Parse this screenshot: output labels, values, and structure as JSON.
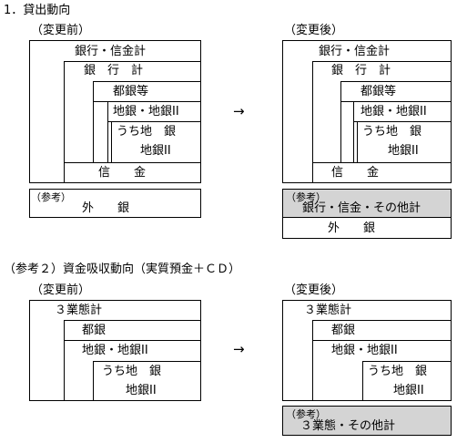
{
  "section1": {
    "title": "1．貸出動向",
    "before": {
      "heading": "（変更前）",
      "rows": [
        "銀行・信金計",
        "銀　行　計",
        "都銀等",
        "地銀・地銀II",
        "うち地　銀",
        "地銀II",
        "信　　金"
      ],
      "ref": {
        "label": "（参考）",
        "text": "外　　銀"
      }
    },
    "after": {
      "heading": "（変更後）",
      "rows": [
        "銀行・信金計",
        "銀　行　計",
        "都銀等",
        "地銀・地銀II",
        "うち地　銀",
        "地銀II",
        "信　　金"
      ],
      "ref": {
        "label": "（参考）",
        "text": "銀行・信金・その他計",
        "sub": "外　　銀"
      }
    },
    "arrow": "→"
  },
  "section2": {
    "title": "（参考２）資金吸収動向（実質預金＋ＣＤ）",
    "before": {
      "heading": "（変更前）",
      "rows": [
        "３業態計",
        "都銀",
        "地銀・地銀II",
        "うち地　銀",
        "地銀II"
      ]
    },
    "after": {
      "heading": "（変更後）",
      "rows": [
        "３業態計",
        "都銀",
        "地銀・地銀II",
        "うち地　銀",
        "地銀II"
      ],
      "ref": {
        "label": "（参考）",
        "text": "３業態・その他計"
      }
    },
    "arrow": "→"
  },
  "colors": {
    "shade": "#d4d4d4",
    "line": "#000000",
    "background": "#ffffff"
  }
}
